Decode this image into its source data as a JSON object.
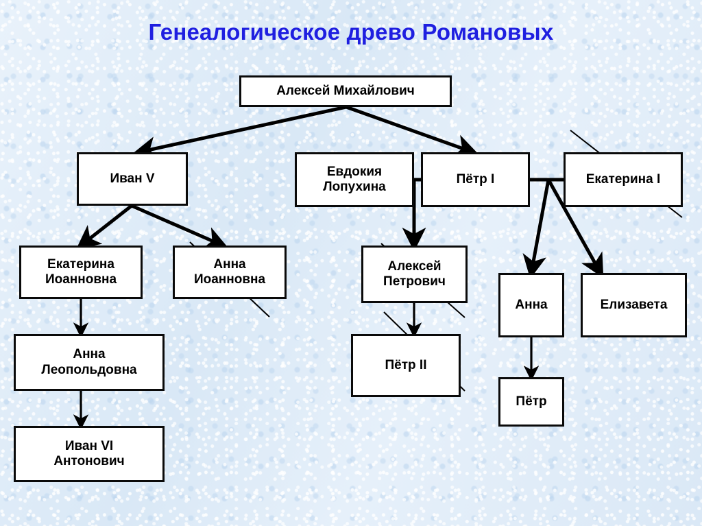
{
  "title": "Генеалогическое древо Романовых",
  "theme": {
    "title_color": "#1f1fe0",
    "background_color": "#e2edf8",
    "node_fill": "#ffffff",
    "node_border": "#0a0a0a",
    "line_color": "#000000"
  },
  "nodes": {
    "aleksey_mihaylovich": "Алексей Михайлович",
    "ivan_v": "Иван V",
    "evdokiya_lopuhina": "Евдокия\nЛопухина",
    "petr_i": "Пётр I",
    "ekaterina_i": "Екатерина I",
    "ekaterina_ioannovna": "Екатерина\nИоанновна",
    "anna_ioannovna": "Анна\nИоанновна",
    "aleksey_petrovich": "Алексей\nПетрович",
    "anna": "Анна",
    "elizaveta": "Елизавета",
    "anna_leopoldovna": "Анна\nЛеопольдовна",
    "petr_ii": "Пётр II",
    "petr": "Пётр",
    "ivan_vi_antonovich": "Иван VI\nАнтонович"
  },
  "struck_through": [
    "ekaterina_i",
    "anna_ioannovna",
    "aleksey_petrovich",
    "petr_ii"
  ],
  "relations": [
    {
      "from": "aleksey_mihaylovich",
      "to": "ivan_v",
      "type": "parent-arrow"
    },
    {
      "from": "aleksey_mihaylovich",
      "to": "petr_i",
      "type": "parent-arrow"
    },
    {
      "from": "evdokiya_lopuhina",
      "to": "petr_i",
      "type": "marriage"
    },
    {
      "from": "petr_i",
      "to": "ekaterina_i",
      "type": "marriage"
    },
    {
      "from": "ivan_v",
      "to": "ekaterina_ioannovna",
      "type": "parent-arrow"
    },
    {
      "from": "ivan_v",
      "to": "anna_ioannovna",
      "type": "parent-arrow"
    },
    {
      "from": "evdokiya_lopuhina",
      "to": "aleksey_petrovich",
      "type": "parent-arrow"
    },
    {
      "from": "petr_i",
      "to": "anna",
      "type": "parent-arrow"
    },
    {
      "from": "petr_i",
      "to": "elizaveta",
      "type": "parent-arrow"
    },
    {
      "from": "ekaterina_ioannovna",
      "to": "anna_leopoldovna",
      "type": "parent-arrow"
    },
    {
      "from": "aleksey_petrovich",
      "to": "petr_ii",
      "type": "parent-arrow"
    },
    {
      "from": "anna",
      "to": "petr",
      "type": "parent-arrow"
    },
    {
      "from": "anna_leopoldovna",
      "to": "ivan_vi_antonovich",
      "type": "parent-arrow"
    }
  ]
}
